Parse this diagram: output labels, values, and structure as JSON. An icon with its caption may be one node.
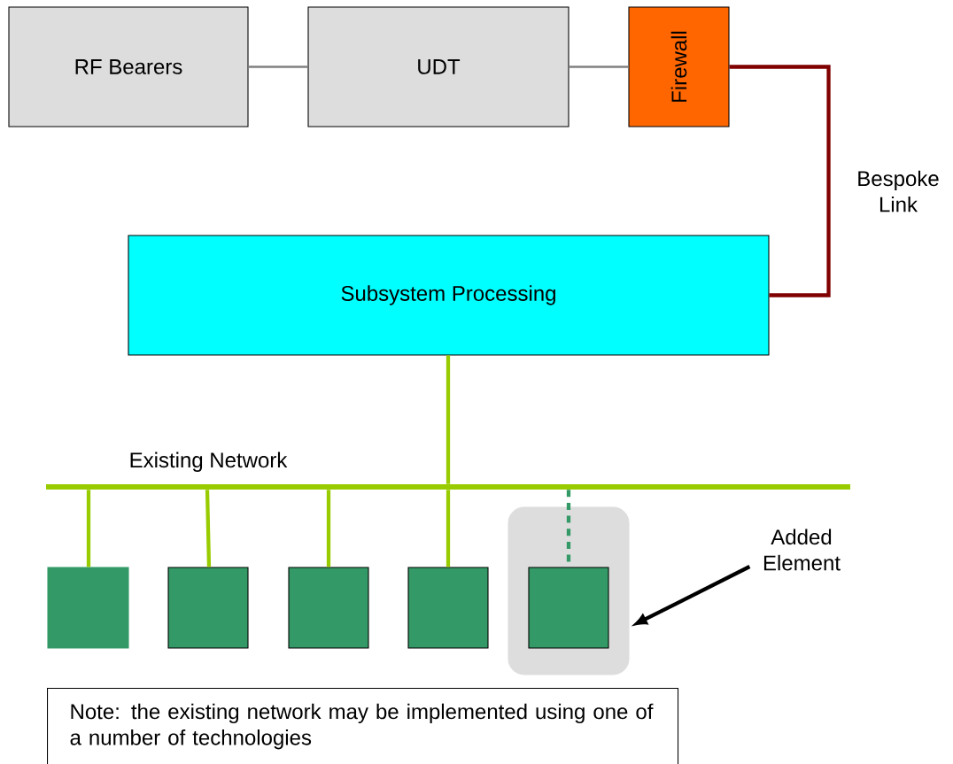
{
  "diagram": {
    "nodes": [
      {
        "text": [
          "RF Bearers"
        ]
      },
      {
        "text": [
          "UDT"
        ]
      },
      {
        "text": [
          "Firewall"
        ]
      },
      {
        "text": [
          "Subsystem Processing"
        ]
      },
      {
        "text": [
          "Existing Network"
        ]
      },
      {
        "text": [],
        "shape": "box"
      },
      {
        "text": [],
        "shape": "box"
      },
      {
        "text": [],
        "shape": "box"
      },
      {
        "text": [],
        "shape": "box"
      },
      {
        "text": [],
        "shape": "box"
      },
      {
        "text": [],
        "shape": "box",
        "in": 9
      },
      {
        "text": [
          "Added Element"
        ]
      },
      {
        "text": [
          "Note: the existing network may be implemented using one of a number of technologies"
        ]
      }
    ],
    "edges": [
      {
        "from": 0,
        "to": 1,
        "arrow": "none",
        "color": "#808080"
      },
      {
        "from": 1,
        "to": 2,
        "arrow": "none",
        "color": "#808080"
      },
      {
        "from": 2,
        "to": 3,
        "arrow": "none",
        "label": "Bespoke Link",
        "color": "#800000"
      },
      {
        "from": 3,
        "to": 4,
        "arrow": "none"
      },
      {
        "from": 4,
        "to": 5,
        "arrow": "none"
      },
      {
        "from": 4,
        "to": 6,
        "arrow": "none"
      },
      {
        "from": 4,
        "to": 7,
        "arrow": "none"
      },
      {
        "from": 4,
        "to": 8,
        "arrow": "none"
      },
      {
        "from": 4,
        "to": 10,
        "arrow": "none",
        "style": "dashed",
        "color": "#339966"
      },
      {
        "from": 11,
        "to": 9,
        "arrow": "to",
        "color": "#000000"
      }
    ]
  }
}
